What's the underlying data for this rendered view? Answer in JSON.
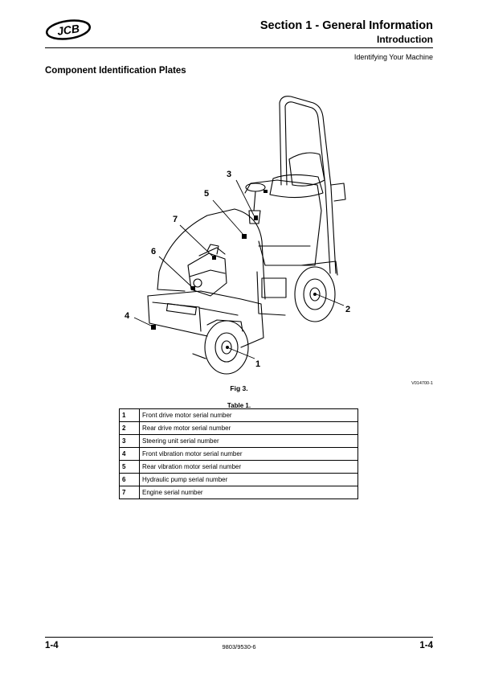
{
  "header": {
    "logo_text": "JCB",
    "section_title": "Section 1 - General Information",
    "section_subtitle": "Introduction",
    "topic": "Identifying Your Machine"
  },
  "page_heading": "Component Identification Plates",
  "figure": {
    "callouts": [
      "1",
      "2",
      "3",
      "4",
      "5",
      "6",
      "7"
    ],
    "image_code": "V014700-1",
    "caption": "Fig 3."
  },
  "table": {
    "caption": "Table 1.",
    "rows": [
      {
        "num": "1",
        "label": "Front drive motor serial number"
      },
      {
        "num": "2",
        "label": "Rear drive motor serial number"
      },
      {
        "num": "3",
        "label": "Steering unit serial number"
      },
      {
        "num": "4",
        "label": "Front vibration motor serial number"
      },
      {
        "num": "5",
        "label": "Rear vibration motor serial number"
      },
      {
        "num": "6",
        "label": "Hydraulic pump serial number"
      },
      {
        "num": "7",
        "label": "Engine serial number"
      }
    ]
  },
  "footer": {
    "page_left": "1-4",
    "doc_number": "9803/9530-6",
    "page_right": "1-4"
  }
}
